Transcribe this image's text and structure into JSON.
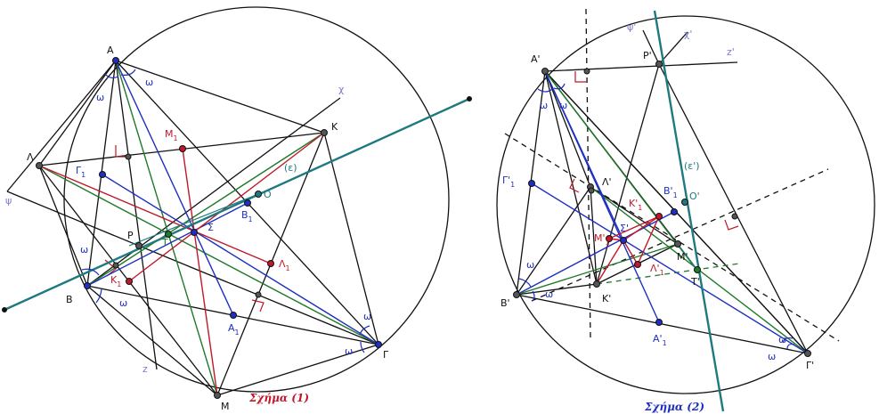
{
  "colors": {
    "black": "#111111",
    "blue": "#1f2fbf",
    "green": "#1f7a2a",
    "red": "#c0182b",
    "teal": "#1e7a7e",
    "axis_label": "#7a7ad0"
  },
  "figure1": {
    "caption": "Σχήμα (1)",
    "points": {
      "A": "A",
      "B": "B",
      "G": "Γ",
      "L": "Λ",
      "K": "K",
      "M": "M",
      "P": "P",
      "T": "T",
      "S": "Σ",
      "O": "O",
      "A1": "A",
      "A1sub": "1",
      "B1": "B",
      "B1sub": "1",
      "G1": "Γ",
      "G1sub": "1",
      "K1": "K",
      "K1sub": "1",
      "L1": "Λ",
      "L1sub": "1",
      "M1": "M",
      "M1sub": "1"
    },
    "lines": {
      "eps": "(ε)",
      "chi": "χ",
      "psi": "ψ",
      "z": "z"
    },
    "omega": "ω"
  },
  "figure2": {
    "caption": "Σχήμα (2)",
    "points": {
      "A": "A'",
      "B": "B'",
      "G": "Γ'",
      "L": "Λ'",
      "K": "K'",
      "M": "M'",
      "P": "P'",
      "T": "T'",
      "S": "Σ'",
      "O": "O'",
      "A1": "A'",
      "A1sub": "1",
      "B1": "B'",
      "B1sub": "1",
      "G1": "Γ'",
      "G1sub": "1",
      "K1": "K'",
      "K1sub": "1",
      "L1": "Λ'",
      "L1sub": "1",
      "M1": "M'",
      "M1sub": "1"
    },
    "lines": {
      "eps": "(ε')",
      "chi": "χ'",
      "psi": "ψ'",
      "z": "z'"
    },
    "omega": "ω"
  }
}
